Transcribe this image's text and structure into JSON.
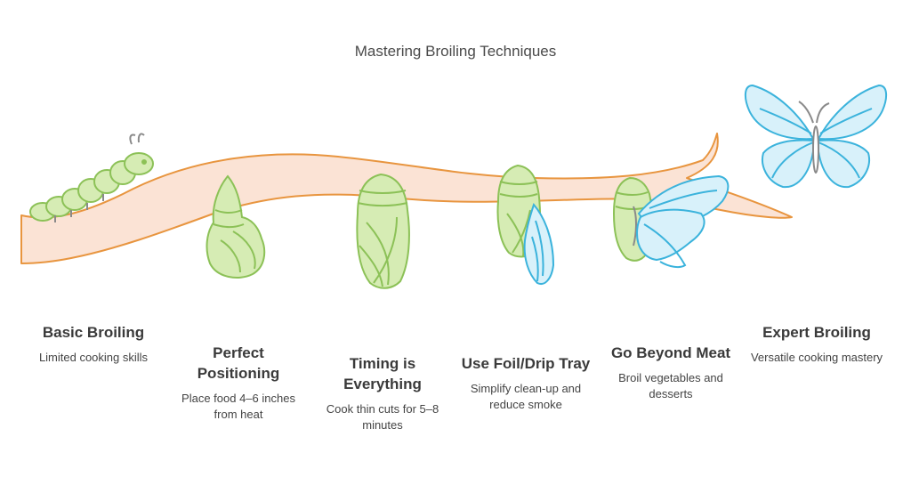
{
  "title": "Mastering Broiling Techniques",
  "colors": {
    "branch_fill": "#fbe3d5",
    "branch_stroke": "#e8953f",
    "green_fill": "#d6ecb4",
    "green_stroke": "#8cc157",
    "blue_fill": "#d8f1fa",
    "blue_stroke": "#3bb3dc",
    "antenna": "#8a8a8a"
  },
  "stages": [
    {
      "heading": "Basic Broiling",
      "desc": "Limited cooking skills"
    },
    {
      "heading": "Perfect Positioning",
      "desc": "Place food 4–6 inches from heat"
    },
    {
      "heading": "Timing is Everything",
      "desc": "Cook thin cuts for 5–8 minutes"
    },
    {
      "heading": "Use Foil/Drip Tray",
      "desc": "Simplify clean-up and reduce smoke"
    },
    {
      "heading": "Go Beyond Meat",
      "desc": "Broil vegetables and desserts"
    },
    {
      "heading": "Expert Broiling",
      "desc": "Versatile cooking mastery"
    }
  ]
}
